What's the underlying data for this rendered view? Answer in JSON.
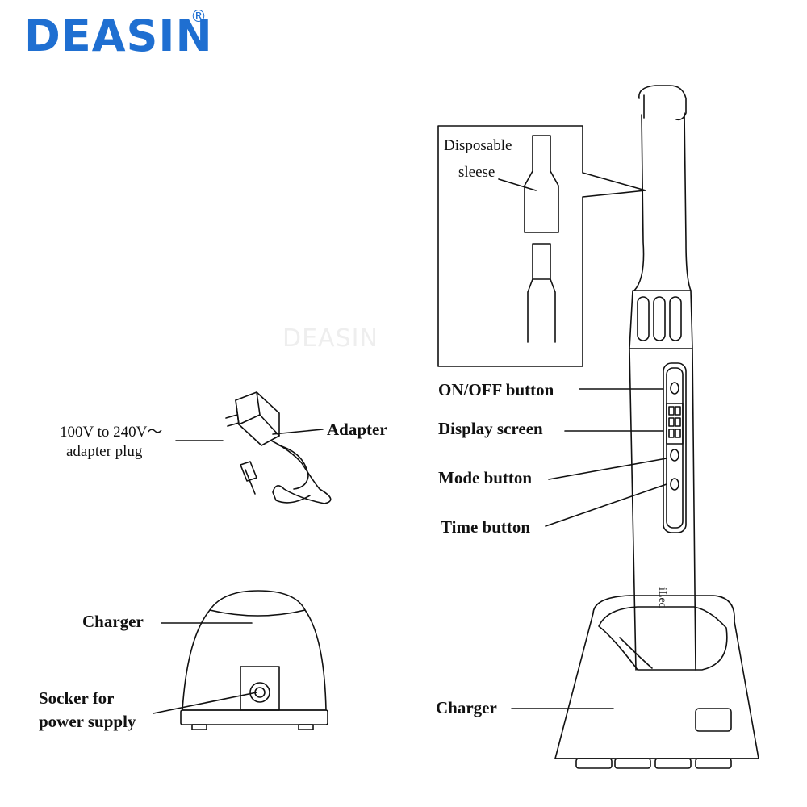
{
  "brand": {
    "name": "DEASIN",
    "registered": "®",
    "color": "#1f6fd1"
  },
  "watermark": "DEASIN",
  "labels": {
    "disposable_line1": "Disposable",
    "disposable_line2": "sleese",
    "on_off": "ON/OFF button",
    "display": "Display screen",
    "mode": "Mode button",
    "time": "Time button",
    "charger_right": "Charger",
    "adapter_plug_line1": "100V to 240V～",
    "adapter_plug_line2": "adapter plug",
    "adapter": "Adapter",
    "charger_left": "Charger",
    "socket_line1": "Socker for",
    "socket_line2": "power supply"
  },
  "device_text": "iLed"
}
